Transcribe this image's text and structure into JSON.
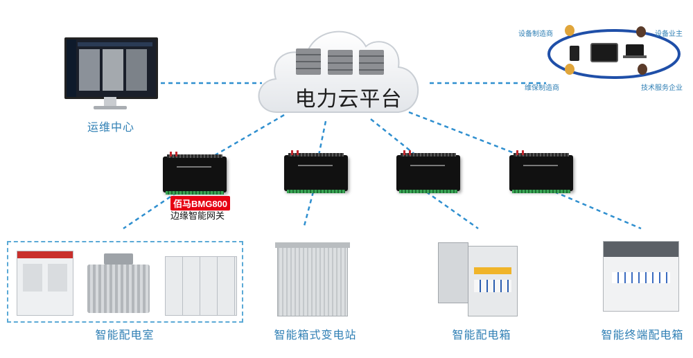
{
  "cloud": {
    "label": "电力云平台"
  },
  "ops_center": {
    "label": "运维中心"
  },
  "gateway": {
    "badge": "佰马BMG800",
    "desc": "边缘智能网关"
  },
  "ecosystem": {
    "equipment_maker": "设备制造商",
    "equipment_owner": "设备业主",
    "maintenance_maker": "维保制造商",
    "tech_service": "技术服务企业"
  },
  "endpoints": [
    {
      "label": "智能配电室"
    },
    {
      "label": "智能箱式变电站"
    },
    {
      "label": "智能配电箱"
    },
    {
      "label": "智能终端配电箱"
    }
  ],
  "colors": {
    "link": "#2f8fcf",
    "label": "#2f7fb4",
    "badge": "#e60012"
  }
}
